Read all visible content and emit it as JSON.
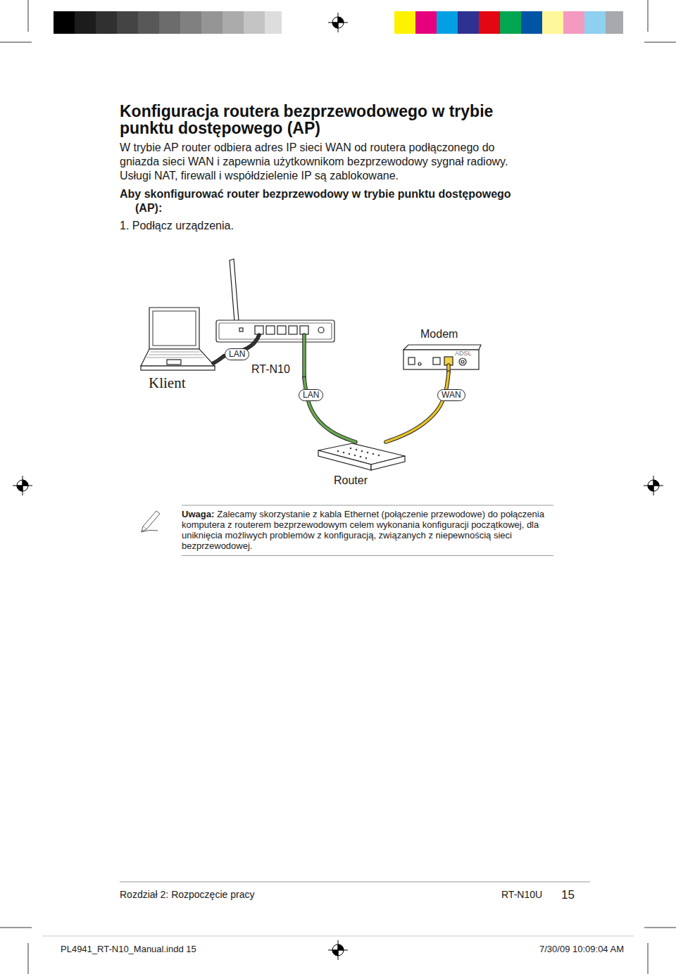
{
  "diagram": {
    "title": "Konfiguracja routera bezprzewodowego w trybie punktu dostępowego (AP)",
    "nodes": [
      {
        "text": [
          "Klient"
        ]
      },
      {
        "text": [
          "RT-N10"
        ]
      },
      {
        "text": [
          "Modem"
        ]
      },
      {
        "text": [
          "Router"
        ]
      }
    ],
    "edges": [
      {
        "from": 0,
        "to": 1,
        "arrow": "none"
      },
      {
        "from": 1,
        "to": 3,
        "arrow": "none"
      },
      {
        "from": 2,
        "to": 3,
        "arrow": "none"
      }
    ],
    "labels": [
      "W trybie AP router odbiera adres IP sieci WAN od routera podłączonego do gniazda sieci WAN i zapewnia użytkownikom bezprzewodowy sygnał radiowy. Usługi NAT, firewall i współdzielenie IP są zablokowane.",
      "Aby skonfigurować router bezprzewodowy w trybie punktu dostępowego (AP):",
      "1. Podłącz urządzenia.",
      "LAN",
      "LAN",
      "WAN",
      "ADSL",
      "Uwaga:",
      "Zalecamy skorzystanie z kabla Ethernet (połączenie przewodowe) do połączenia komputera z routerem bezprzewodowym celem wykonania konfiguracji początkowej, dla uniknięcia możliwych problemów z konfiguracją, związanych z niepewnością sieci bezprzewodowej.",
      "Rozdział 2: Rozpoczęcie pracy",
      "RT-N10U",
      "15",
      "PL4941_RT-N10_Manual.indd 15",
      "7/30/09 10:09:04 AM"
    ]
  }
}
